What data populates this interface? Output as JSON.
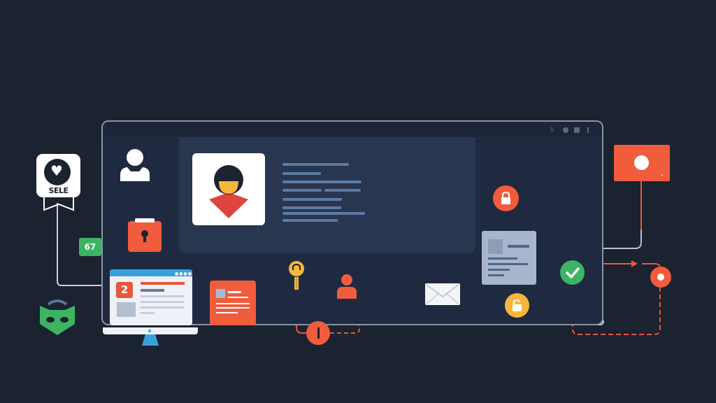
{
  "diagram": {
    "title": "Account security and data flow illustration",
    "colors": {
      "background": "#1b2230",
      "window_frame": "#8a94a6",
      "panel": "#283650",
      "accent_orange": "#f05c3c",
      "accent_green": "#3cb462",
      "accent_yellow": "#f5b73b",
      "accent_blue": "#3aa0dc",
      "text_line": "#5c7ba3"
    },
    "window": {
      "controls": [
        "accessibility-icon",
        "circle-control",
        "square-control",
        "pin-control"
      ]
    },
    "badge": {
      "label": "SELE",
      "icon": "heart-icon"
    },
    "chip": {
      "label": "67"
    },
    "monitor": {
      "number_tile": "2"
    },
    "nodes": [
      {
        "id": "user-top",
        "icon": "user-icon",
        "color": "#ffffff"
      },
      {
        "id": "lock-open",
        "icon": "unlock-icon",
        "color": "#f05c3c"
      },
      {
        "id": "profile-card",
        "icon": "user-avatar-icon"
      },
      {
        "id": "headset",
        "icon": "headset-icon",
        "color": "#f5b73b"
      },
      {
        "id": "user-small",
        "icon": "user-icon",
        "color": "#f05c3c"
      },
      {
        "id": "power-node",
        "icon": "power-icon",
        "color": "#f05c3c"
      },
      {
        "id": "envelope",
        "icon": "mail-icon",
        "color": "#f2f4f7"
      },
      {
        "id": "lock-red",
        "icon": "lock-icon",
        "color": "#f05c3c"
      },
      {
        "id": "lock-yellow",
        "icon": "lock-icon",
        "color": "#f5b73b"
      },
      {
        "id": "check",
        "icon": "check-icon",
        "color": "#3cb462"
      },
      {
        "id": "record-box",
        "icon": "record-icon",
        "color": "#f05c3c"
      },
      {
        "id": "target",
        "icon": "target-icon",
        "color": "#f05c3c"
      },
      {
        "id": "shield-mask",
        "icon": "mask-shield-icon",
        "color": "#3cb462"
      }
    ]
  }
}
